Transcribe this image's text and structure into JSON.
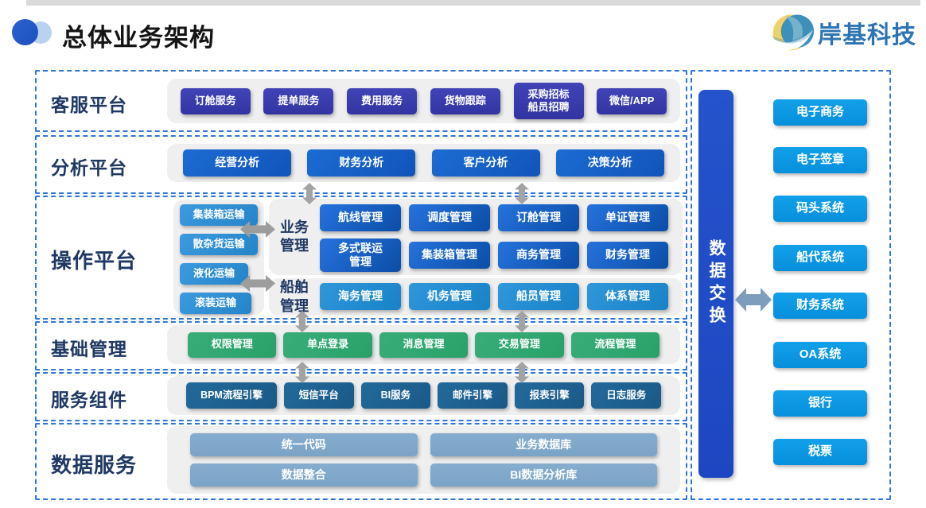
{
  "header": {
    "title": "总体业务架构",
    "logo_text": "岸基科技"
  },
  "rows": {
    "customer": {
      "label": "客服平台",
      "buttons": [
        "订舱服务",
        "提单服务",
        "费用服务",
        "货物跟踪",
        "采购招标\n船员招聘",
        "微信/APP"
      ]
    },
    "analysis": {
      "label": "分析平台",
      "buttons": [
        "经营分析",
        "财务分析",
        "客户分析",
        "决策分析"
      ]
    },
    "operation": {
      "label": "操作平台",
      "transport": [
        "集装箱运输",
        "散杂货运输",
        "液化运输",
        "滚装运输"
      ],
      "business_label": "业务\n管理",
      "business_row1": [
        "航线管理",
        "调度管理",
        "订舱管理",
        "单证管理"
      ],
      "business_row2": [
        "多式联运\n管理",
        "集装箱管理",
        "商务管理",
        "财务管理"
      ],
      "ship_label": "船舶\n管理",
      "ship_buttons": [
        "海务管理",
        "机务管理",
        "船员管理",
        "体系管理"
      ]
    },
    "foundation": {
      "label": "基础管理",
      "buttons": [
        "权限管理",
        "单点登录",
        "消息管理",
        "交易管理",
        "流程管理"
      ]
    },
    "components": {
      "label": "服务组件",
      "buttons": [
        "BPM流程引擎",
        "短信平台",
        "BI服务",
        "邮件引擎",
        "报表引擎",
        "日志服务"
      ]
    },
    "dataservice": {
      "label": "数据服务",
      "buttons": [
        "统一代码",
        "业务数据库",
        "数据整合",
        "BI数据分析库"
      ]
    }
  },
  "exchange": {
    "bar_label": "数据交换",
    "systems": [
      "电子商务",
      "电子签章",
      "码头系统",
      "船代系统",
      "财务系统",
      "OA系统",
      "银行",
      "税票"
    ]
  },
  "colors": {
    "dashed_border": "#2e75d8",
    "row_label": "#1f3864",
    "customer_button": "#3a3cae",
    "analysis_button": "#1560c8",
    "transport_button": "#2d8fd5",
    "business_button": "#1260c2",
    "ship_button": "#1d8cd1",
    "foundation_button": "#2fa673",
    "component_button": "#1d608f",
    "dataservice_button": "#7fa8ca",
    "external_button": "#0c99e3",
    "exchange_bar": "#2150c8",
    "gray_arrow": "#a3a3a3",
    "steel_arrow": "#7e9dbc"
  }
}
